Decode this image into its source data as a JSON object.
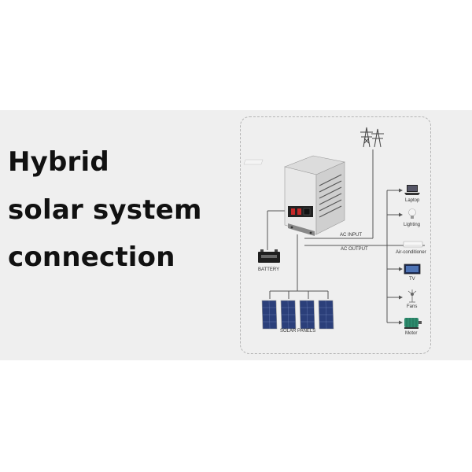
{
  "title": {
    "line1": "Hybrid",
    "line2": "solar system",
    "line3": "connection"
  },
  "diagram": {
    "ac_input": "AC INPUT",
    "ac_output": "AC OUTPUT",
    "battery": "BATTERY",
    "solar_panels": "SOLAR PANELS",
    "loads": [
      "Laptop",
      "Lighting",
      "Air-conditioner",
      "TV",
      "Fans",
      "Motor"
    ]
  },
  "colors": {
    "line": "#555555",
    "panel_blue": "#2b3f7a",
    "inverter_red": "#c62828"
  }
}
